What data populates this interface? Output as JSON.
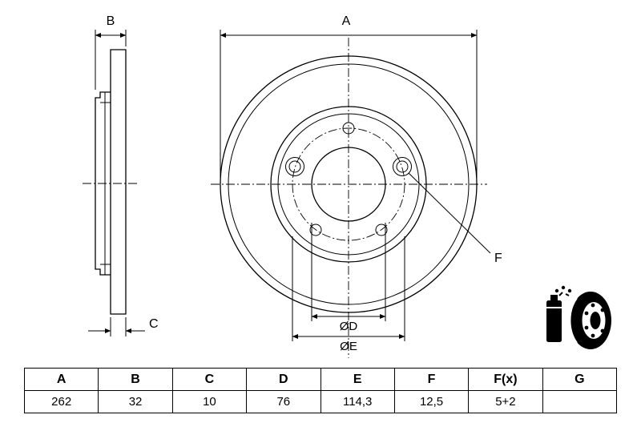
{
  "drawing": {
    "labels": {
      "a": "A",
      "b": "B",
      "c": "C",
      "d": "ØD",
      "e": "ØE",
      "f": "F"
    },
    "icons": {
      "brake_disc": "brake-disc-pictogram"
    }
  },
  "table": {
    "headers": [
      "A",
      "B",
      "C",
      "D",
      "E",
      "F",
      "F(x)",
      "G"
    ],
    "values": [
      "262",
      "32",
      "10",
      "76",
      "114,3",
      "12,5",
      "5+2",
      ""
    ]
  },
  "colors": {
    "line": "#000000",
    "background": "#ffffff"
  }
}
